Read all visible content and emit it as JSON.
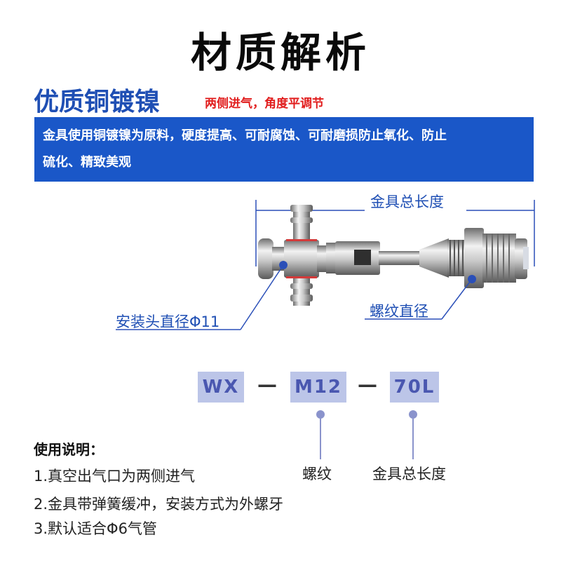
{
  "title": "材质解析",
  "section": {
    "title": "优质铜镀镍",
    "tag": "两侧进气，角度平调节"
  },
  "info_box": {
    "line1": "金具使用铜镀镍为原料，硬度提高、可耐腐蚀、可耐磨损防止氧化、防止",
    "line2": "硫化、精致美观"
  },
  "diagram": {
    "total_length_label": "金具总长度",
    "head_diameter_label": "安装头直径Φ11",
    "thread_diameter_label": "螺纹直径"
  },
  "model_code": {
    "part1": "WX",
    "dash1": "—",
    "part2": "M12",
    "dash2": "—",
    "part3": "70L",
    "caption2": "螺纹",
    "caption3": "金具总长度"
  },
  "usage": {
    "title": "使用说明：",
    "items": [
      "1.真空出气口为两侧进气",
      "2.金具带弹簧缓冲，安装方式为外螺牙",
      "3.默认适合Φ6气管"
    ]
  },
  "colors": {
    "accent_blue": "#1a57c8",
    "title_blue": "#1f4fb4",
    "tag_red": "#e11d1d",
    "code_box": "#bcc5e8",
    "code_text": "#4a57b0"
  }
}
